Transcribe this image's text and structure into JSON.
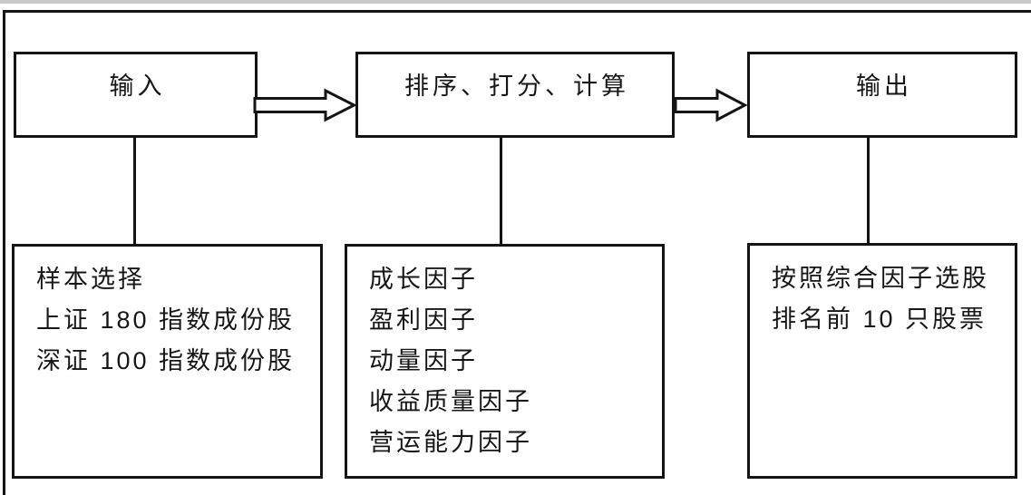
{
  "page": {
    "background_color": "#ffffff",
    "line_color": "#141414",
    "page_edge_strip_color": "#c8c8c8"
  },
  "flowchart": {
    "top_boxes": [
      {
        "id": "input",
        "label": "输入"
      },
      {
        "id": "process",
        "label": "排序、打分、计算"
      },
      {
        "id": "output",
        "label": "输出"
      }
    ],
    "bottom_boxes": [
      {
        "id": "sample",
        "lines": [
          "样本选择",
          "上证 180 指数成份股",
          "深证 100 指数成份股"
        ]
      },
      {
        "id": "factors",
        "lines": [
          "成长因子",
          "盈利因子",
          "动量因子",
          "收益质量因子",
          "营运能力因子"
        ]
      },
      {
        "id": "result",
        "lines": [
          "按照综合因子选股",
          "排名前 10 只股票"
        ]
      }
    ],
    "arrows": [
      {
        "from": "input",
        "to": "process",
        "icon": "hollow-right-arrow"
      },
      {
        "from": "process",
        "to": "output",
        "icon": "hollow-right-arrow"
      }
    ]
  }
}
